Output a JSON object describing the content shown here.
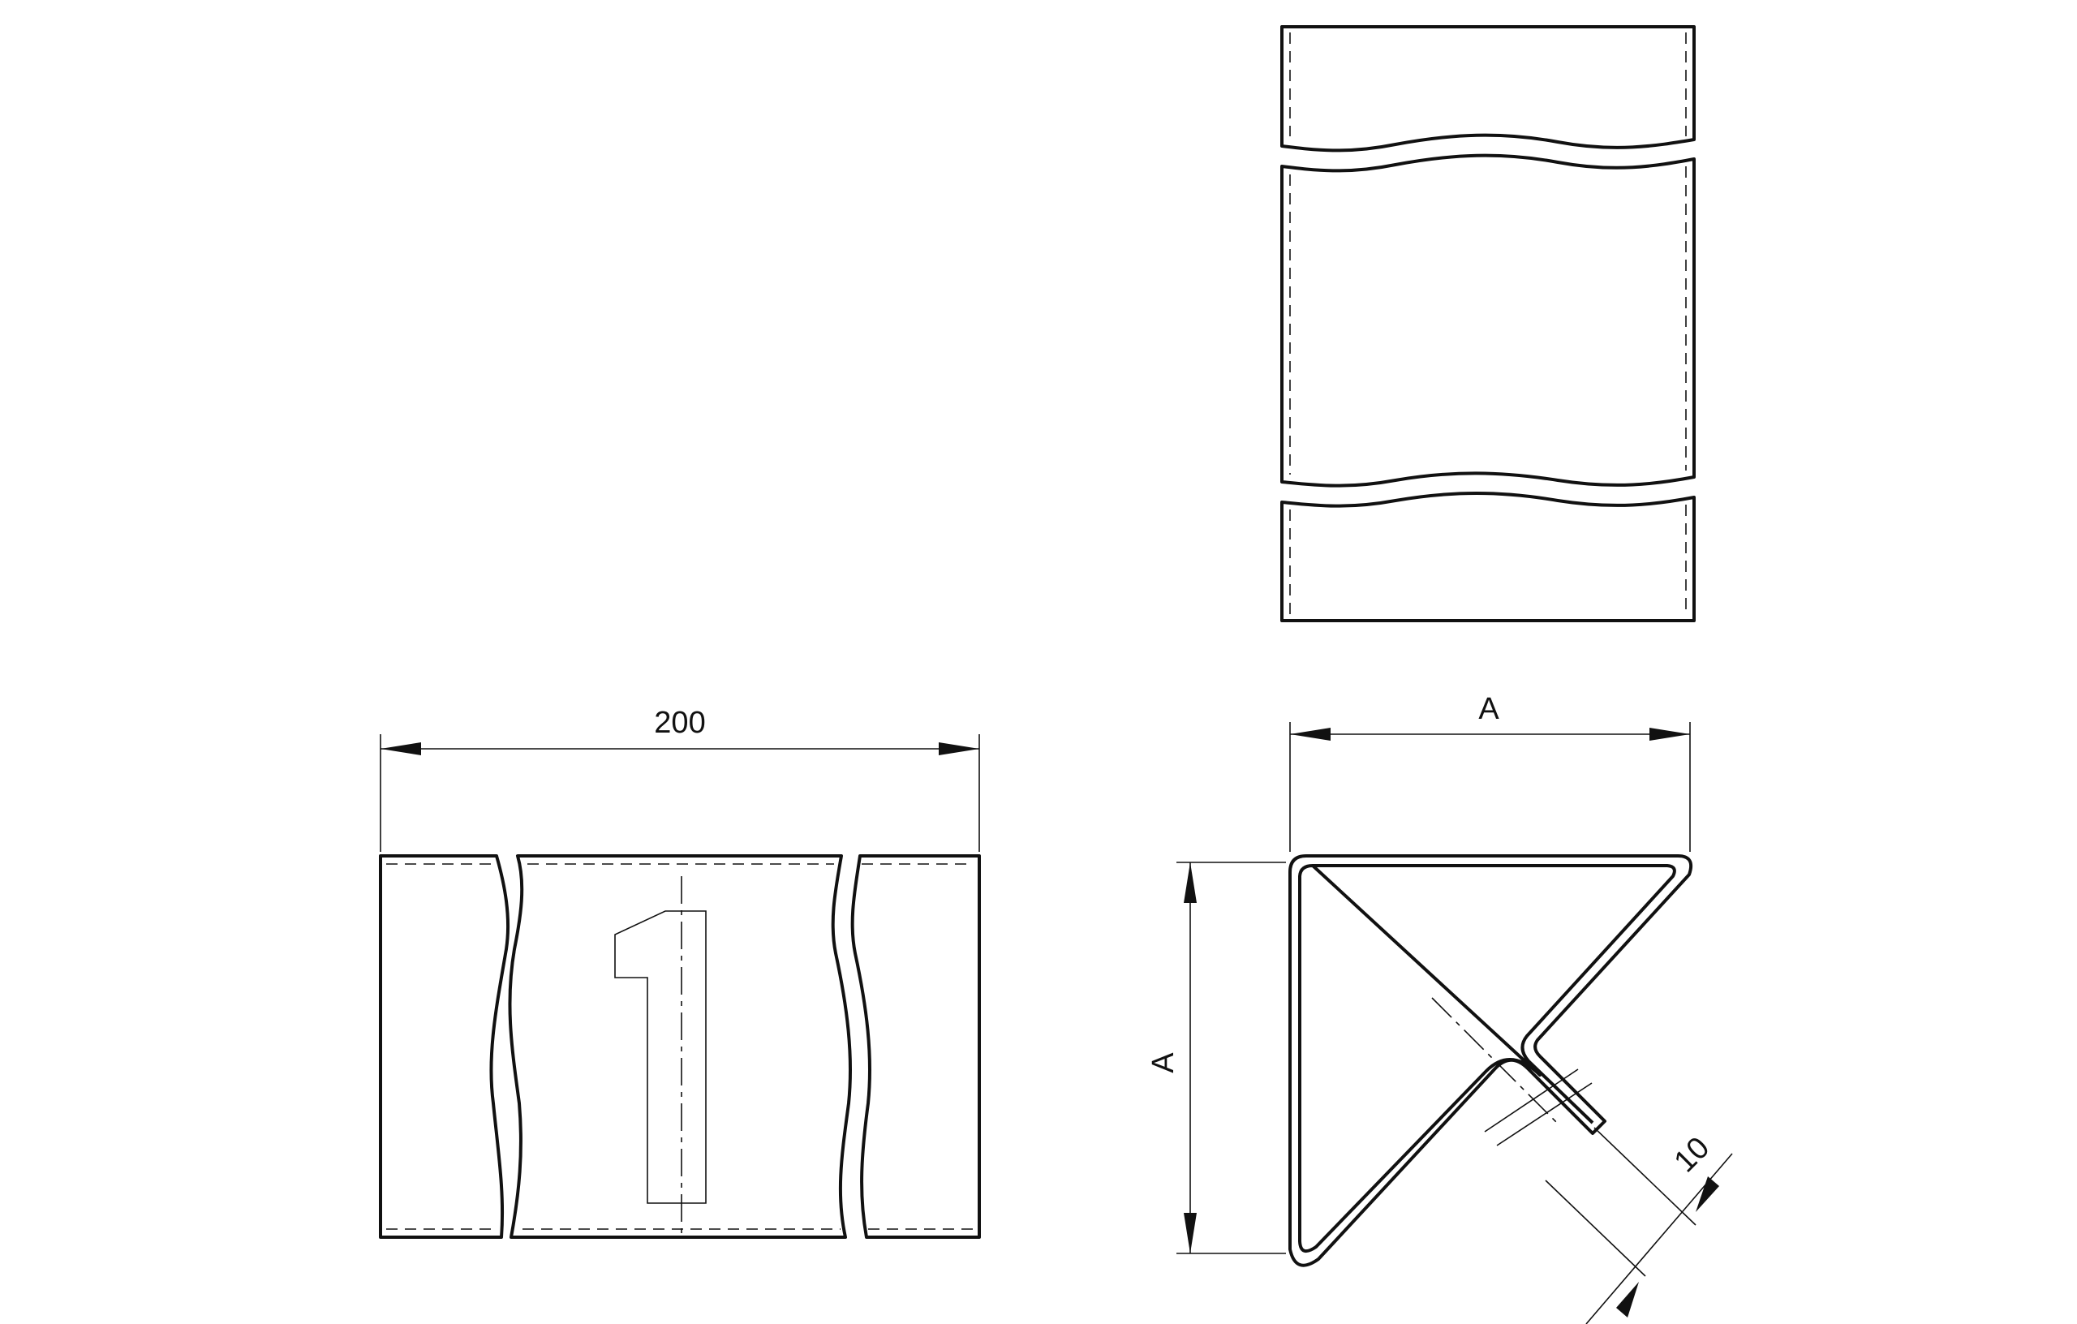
{
  "dimensions": {
    "front_width": "200",
    "side_width": "A",
    "side_height": "A",
    "lip_length": "10"
  },
  "marking": {
    "digit": "1"
  }
}
